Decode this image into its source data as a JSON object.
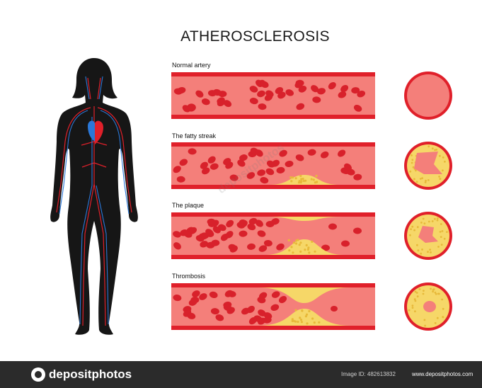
{
  "title": "ATHEROSCLEROSIS",
  "stages": [
    {
      "label": "Normal artery",
      "plaque": "none"
    },
    {
      "label": "The fatty streak",
      "plaque": "small"
    },
    {
      "label": "The plaque",
      "plaque": "medium"
    },
    {
      "label": "Thrombosis",
      "plaque": "large"
    }
  ],
  "watermark": "depositphotos",
  "footer": {
    "logo_text": "depositphotos",
    "image_id": "Image ID: 482613832",
    "site": "www.depositphotos.com"
  },
  "colors": {
    "artery_wall": "#e0202a",
    "lumen": "#f47f7a",
    "blood_cell": "#d8212b",
    "plaque": "#f6d768",
    "plaque_dot": "#e7b93a",
    "body": "#161616",
    "vein": "#2b78d8",
    "footer_bg": "#2b2b2b"
  }
}
